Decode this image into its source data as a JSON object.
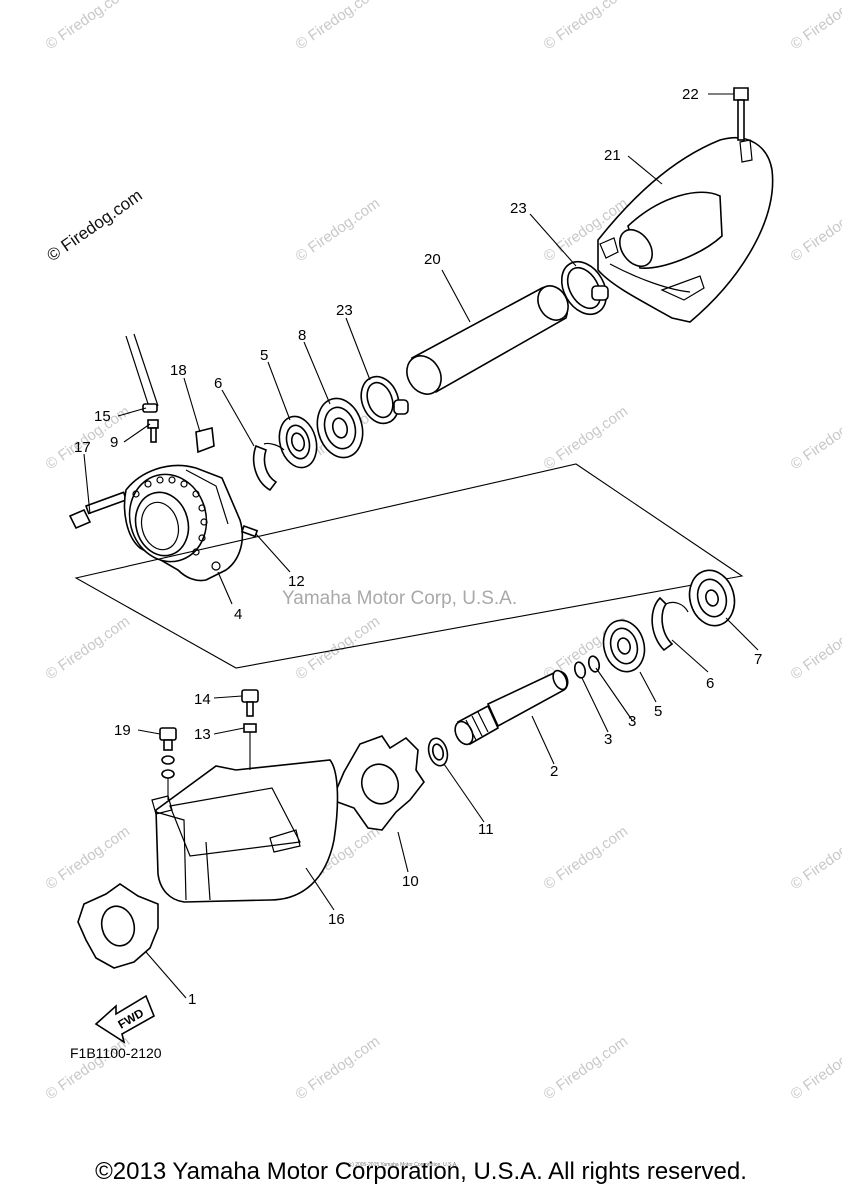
{
  "watermark": {
    "repeat_text": "© Firedog.com",
    "large_text": "© Firedog.com",
    "center_text": "Yamaha Motor Corp, U.S.A."
  },
  "callouts": {
    "c1": "1",
    "c2": "2",
    "c3a": "3",
    "c3b": "3",
    "c4": "4",
    "c5a": "5",
    "c5b": "5",
    "c6a": "6",
    "c6b": "6",
    "c7": "7",
    "c8": "8",
    "c9": "9",
    "c10": "10",
    "c11": "11",
    "c12": "12",
    "c13": "13",
    "c14": "14",
    "c15": "15",
    "c16": "16",
    "c17": "17",
    "c18": "18",
    "c19": "19",
    "c20": "20",
    "c21": "21",
    "c22": "22",
    "c23a": "23",
    "c23b": "23"
  },
  "fwd_label": "FWD",
  "diagram_code": "F1B1100-2120",
  "small_print": "(c) 2005-2015 Yamaha Motor Corporation, U.S.A.",
  "copyright": "©2013 Yamaha Motor Corporation, U.S.A. All rights reserved."
}
